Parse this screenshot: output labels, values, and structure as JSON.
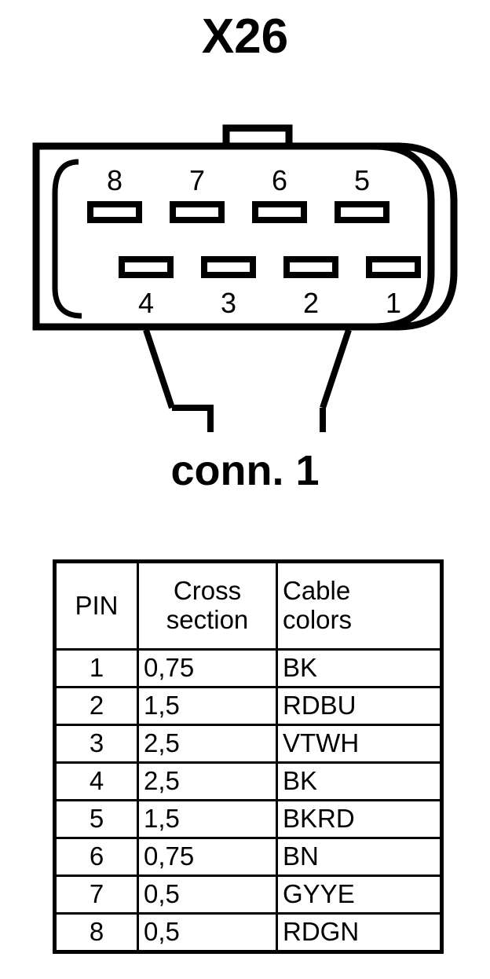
{
  "title": "X26",
  "connector_label": "conn. 1",
  "connector": {
    "pin_count": 8,
    "top_row_pins": [
      "8",
      "7",
      "6",
      "5"
    ],
    "bottom_row_pins": [
      "4",
      "3",
      "2",
      "1"
    ]
  },
  "table": {
    "headers": {
      "pin": "PIN",
      "cross_section_line1": "Cross",
      "cross_section_line2": "section",
      "cable_colors_line1": "Cable",
      "cable_colors_line2": "colors"
    },
    "rows": [
      {
        "pin": "1",
        "cross_section": "0,75",
        "cable_color": "BK"
      },
      {
        "pin": "2",
        "cross_section": "1,5",
        "cable_color": "RDBU"
      },
      {
        "pin": "3",
        "cross_section": "2,5",
        "cable_color": "VTWH"
      },
      {
        "pin": "4",
        "cross_section": "2,5",
        "cable_color": "BK"
      },
      {
        "pin": "5",
        "cross_section": "1,5",
        "cable_color": "BKRD"
      },
      {
        "pin": "6",
        "cross_section": "0,75",
        "cable_color": "BN"
      },
      {
        "pin": "7",
        "cross_section": "0,5",
        "cable_color": "GYYE"
      },
      {
        "pin": "8",
        "cross_section": "0,5",
        "cable_color": "RDGN"
      }
    ]
  },
  "colors": {
    "ink": "#000000",
    "background": "#ffffff"
  }
}
